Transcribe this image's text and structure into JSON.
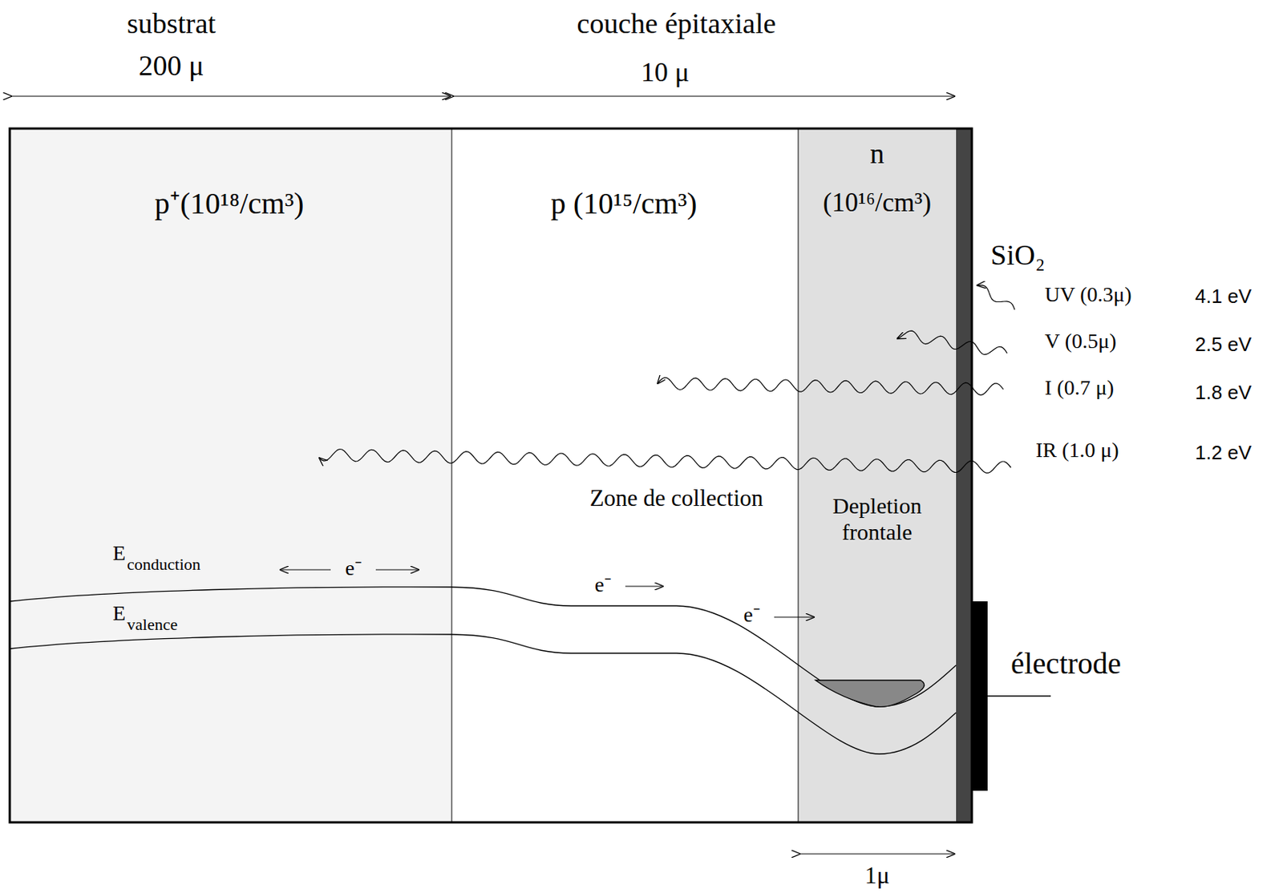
{
  "diagram": {
    "nodes": [
      {
        "text": [
          "p⁺(10¹⁸/cm³)"
        ]
      },
      {
        "text": [
          "p (10¹⁵/cm³)",
          "Zone de collection"
        ]
      },
      {
        "text": [
          "n",
          "(10¹⁶/cm³)",
          "Depletion frontale"
        ]
      },
      {
        "text": [
          "SiO₂"
        ]
      },
      {
        "text": [
          "électrode"
        ]
      }
    ],
    "edges": [],
    "labels": [
      "substrat",
      "200 μ",
      "couche épitaxiale",
      "10 μ",
      "1μ",
      "UV (0.3μ)",
      "4.1 eV",
      "V (0.5μ)",
      "2.5 eV",
      "I (0.7 μ)",
      "1.8 eV",
      "IR (1.0 μ)",
      "1.2 eV",
      "E",
      "conduction",
      "E",
      "valence",
      "e⁻",
      "e⁻",
      "e⁻"
    ]
  }
}
